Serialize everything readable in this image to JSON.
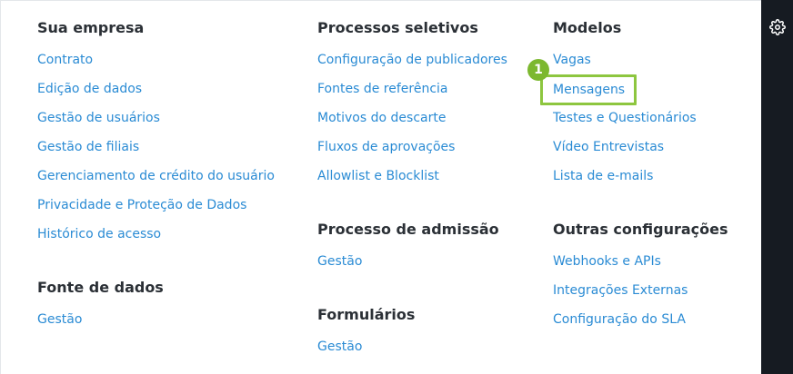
{
  "sections": {
    "sua_empresa": {
      "title": "Sua empresa",
      "links": [
        "Contrato",
        "Edição de dados",
        "Gestão de usuários",
        "Gestão de filiais",
        "Gerenciamento de crédito do usuário",
        "Privacidade e Proteção de Dados",
        "Histórico de acesso"
      ]
    },
    "fonte_de_dados": {
      "title": "Fonte de dados",
      "links": [
        "Gestão"
      ]
    },
    "processos_seletivos": {
      "title": "Processos seletivos",
      "links": [
        "Configuração de publicadores",
        "Fontes de referência",
        "Motivos do descarte",
        "Fluxos de aprovações",
        "Allowlist e Blocklist"
      ]
    },
    "processo_de_admissao": {
      "title": "Processo de admissão",
      "links": [
        "Gestão"
      ]
    },
    "formularios": {
      "title": "Formulários",
      "links": [
        "Gestão"
      ]
    },
    "modelos": {
      "title": "Modelos",
      "links": [
        "Vagas",
        "Mensagens",
        "Testes e Questionários",
        "Vídeo Entrevistas",
        "Lista de e-mails"
      ]
    },
    "outras_configuracoes": {
      "title": "Outras configurações",
      "links": [
        "Webhooks e APIs",
        "Integrações Externas",
        "Configuração do SLA"
      ]
    }
  },
  "callout": {
    "number": "1"
  },
  "sidebar": {
    "icon": "gear-icon"
  },
  "colors": {
    "link": "#2a8bd4",
    "heading": "#2b3036",
    "highlight": "#8dc63f",
    "sidebar": "#161b22"
  }
}
